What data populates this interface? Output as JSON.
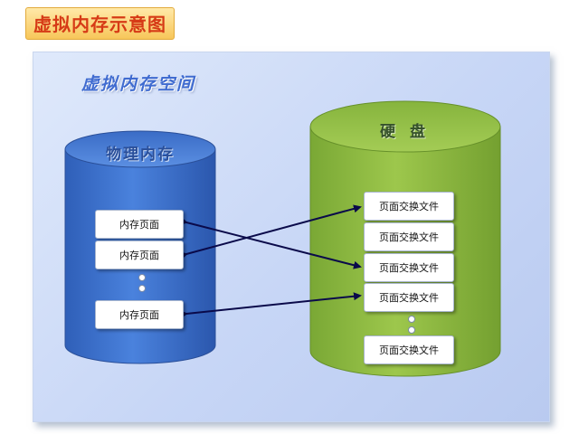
{
  "title": "虚拟内存示意图",
  "panel_title": "虚拟内存空间",
  "physical_memory": {
    "label": "物理内存",
    "pages": [
      "内存页面",
      "内存页面",
      "内存页面"
    ]
  },
  "disk": {
    "label": "硬盘",
    "files": [
      "页面交换文件",
      "页面交换文件",
      "页面交换文件",
      "页面交换文件",
      "页面交换文件"
    ]
  },
  "colors": {
    "title_text": "#d63a16",
    "panel_title": "#3f6bd0",
    "memory_cylinder": "#3d72cc",
    "disk_cylinder": "#8dbb3f",
    "arrow": "#0a0a4a"
  }
}
